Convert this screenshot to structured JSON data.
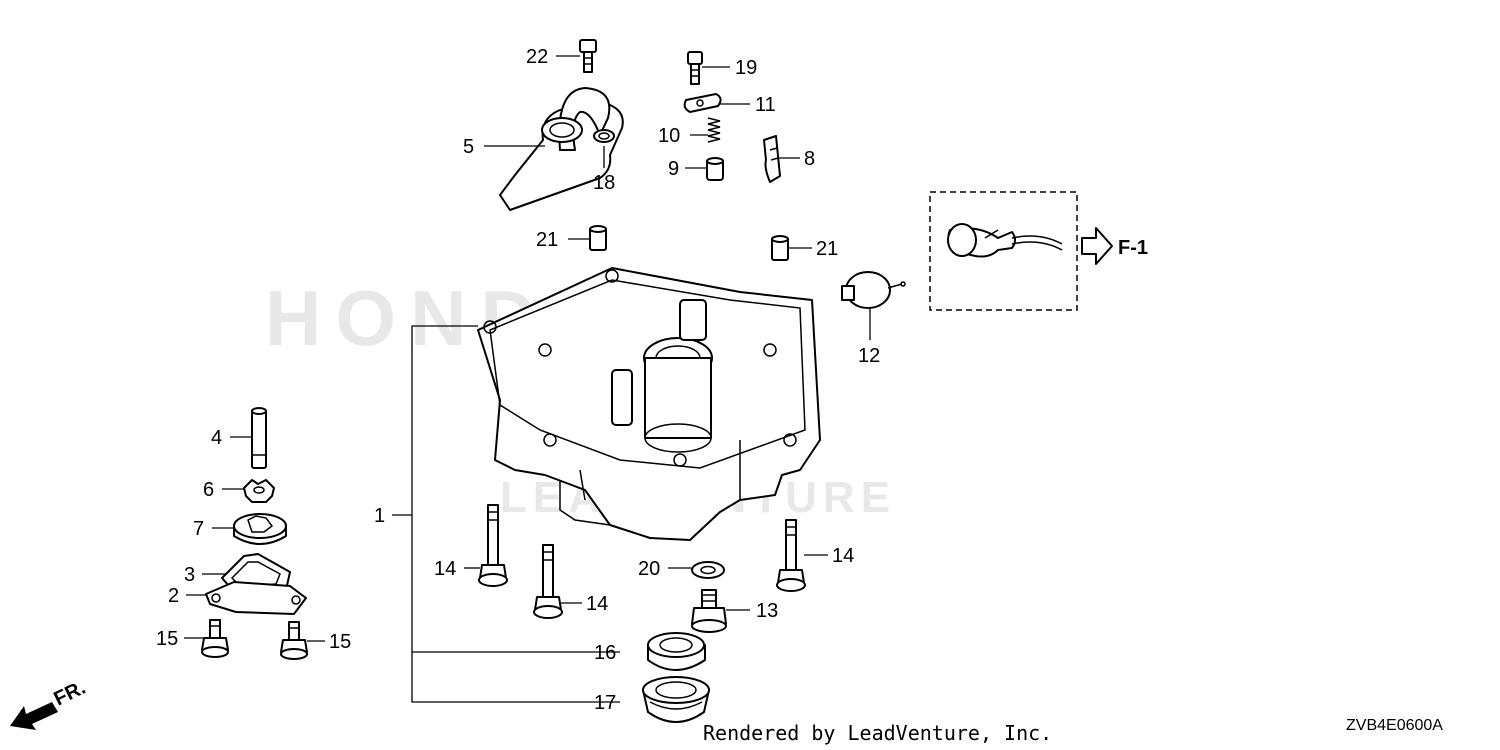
{
  "callouts": {
    "c1": "1",
    "c2": "2",
    "c3": "3",
    "c4": "4",
    "c5": "5",
    "c6": "6",
    "c7": "7",
    "c8": "8",
    "c9": "9",
    "c10": "10",
    "c11": "11",
    "c12": "12",
    "c13": "13",
    "c14a": "14",
    "c14b": "14",
    "c14c": "14",
    "c15a": "15",
    "c15b": "15",
    "c16": "16",
    "c17": "17",
    "c18": "18",
    "c19": "19",
    "c20": "20",
    "c21a": "21",
    "c21b": "21",
    "c22": "22"
  },
  "reference": {
    "label": "F-1"
  },
  "direction": {
    "label": "FR."
  },
  "watermark": {
    "brand": "HONDA",
    "sub": "LEADVENTURE"
  },
  "footer": {
    "render_credit": "Rendered by LeadVenture, Inc.",
    "diagram_code": "ZVB4E0600A"
  }
}
